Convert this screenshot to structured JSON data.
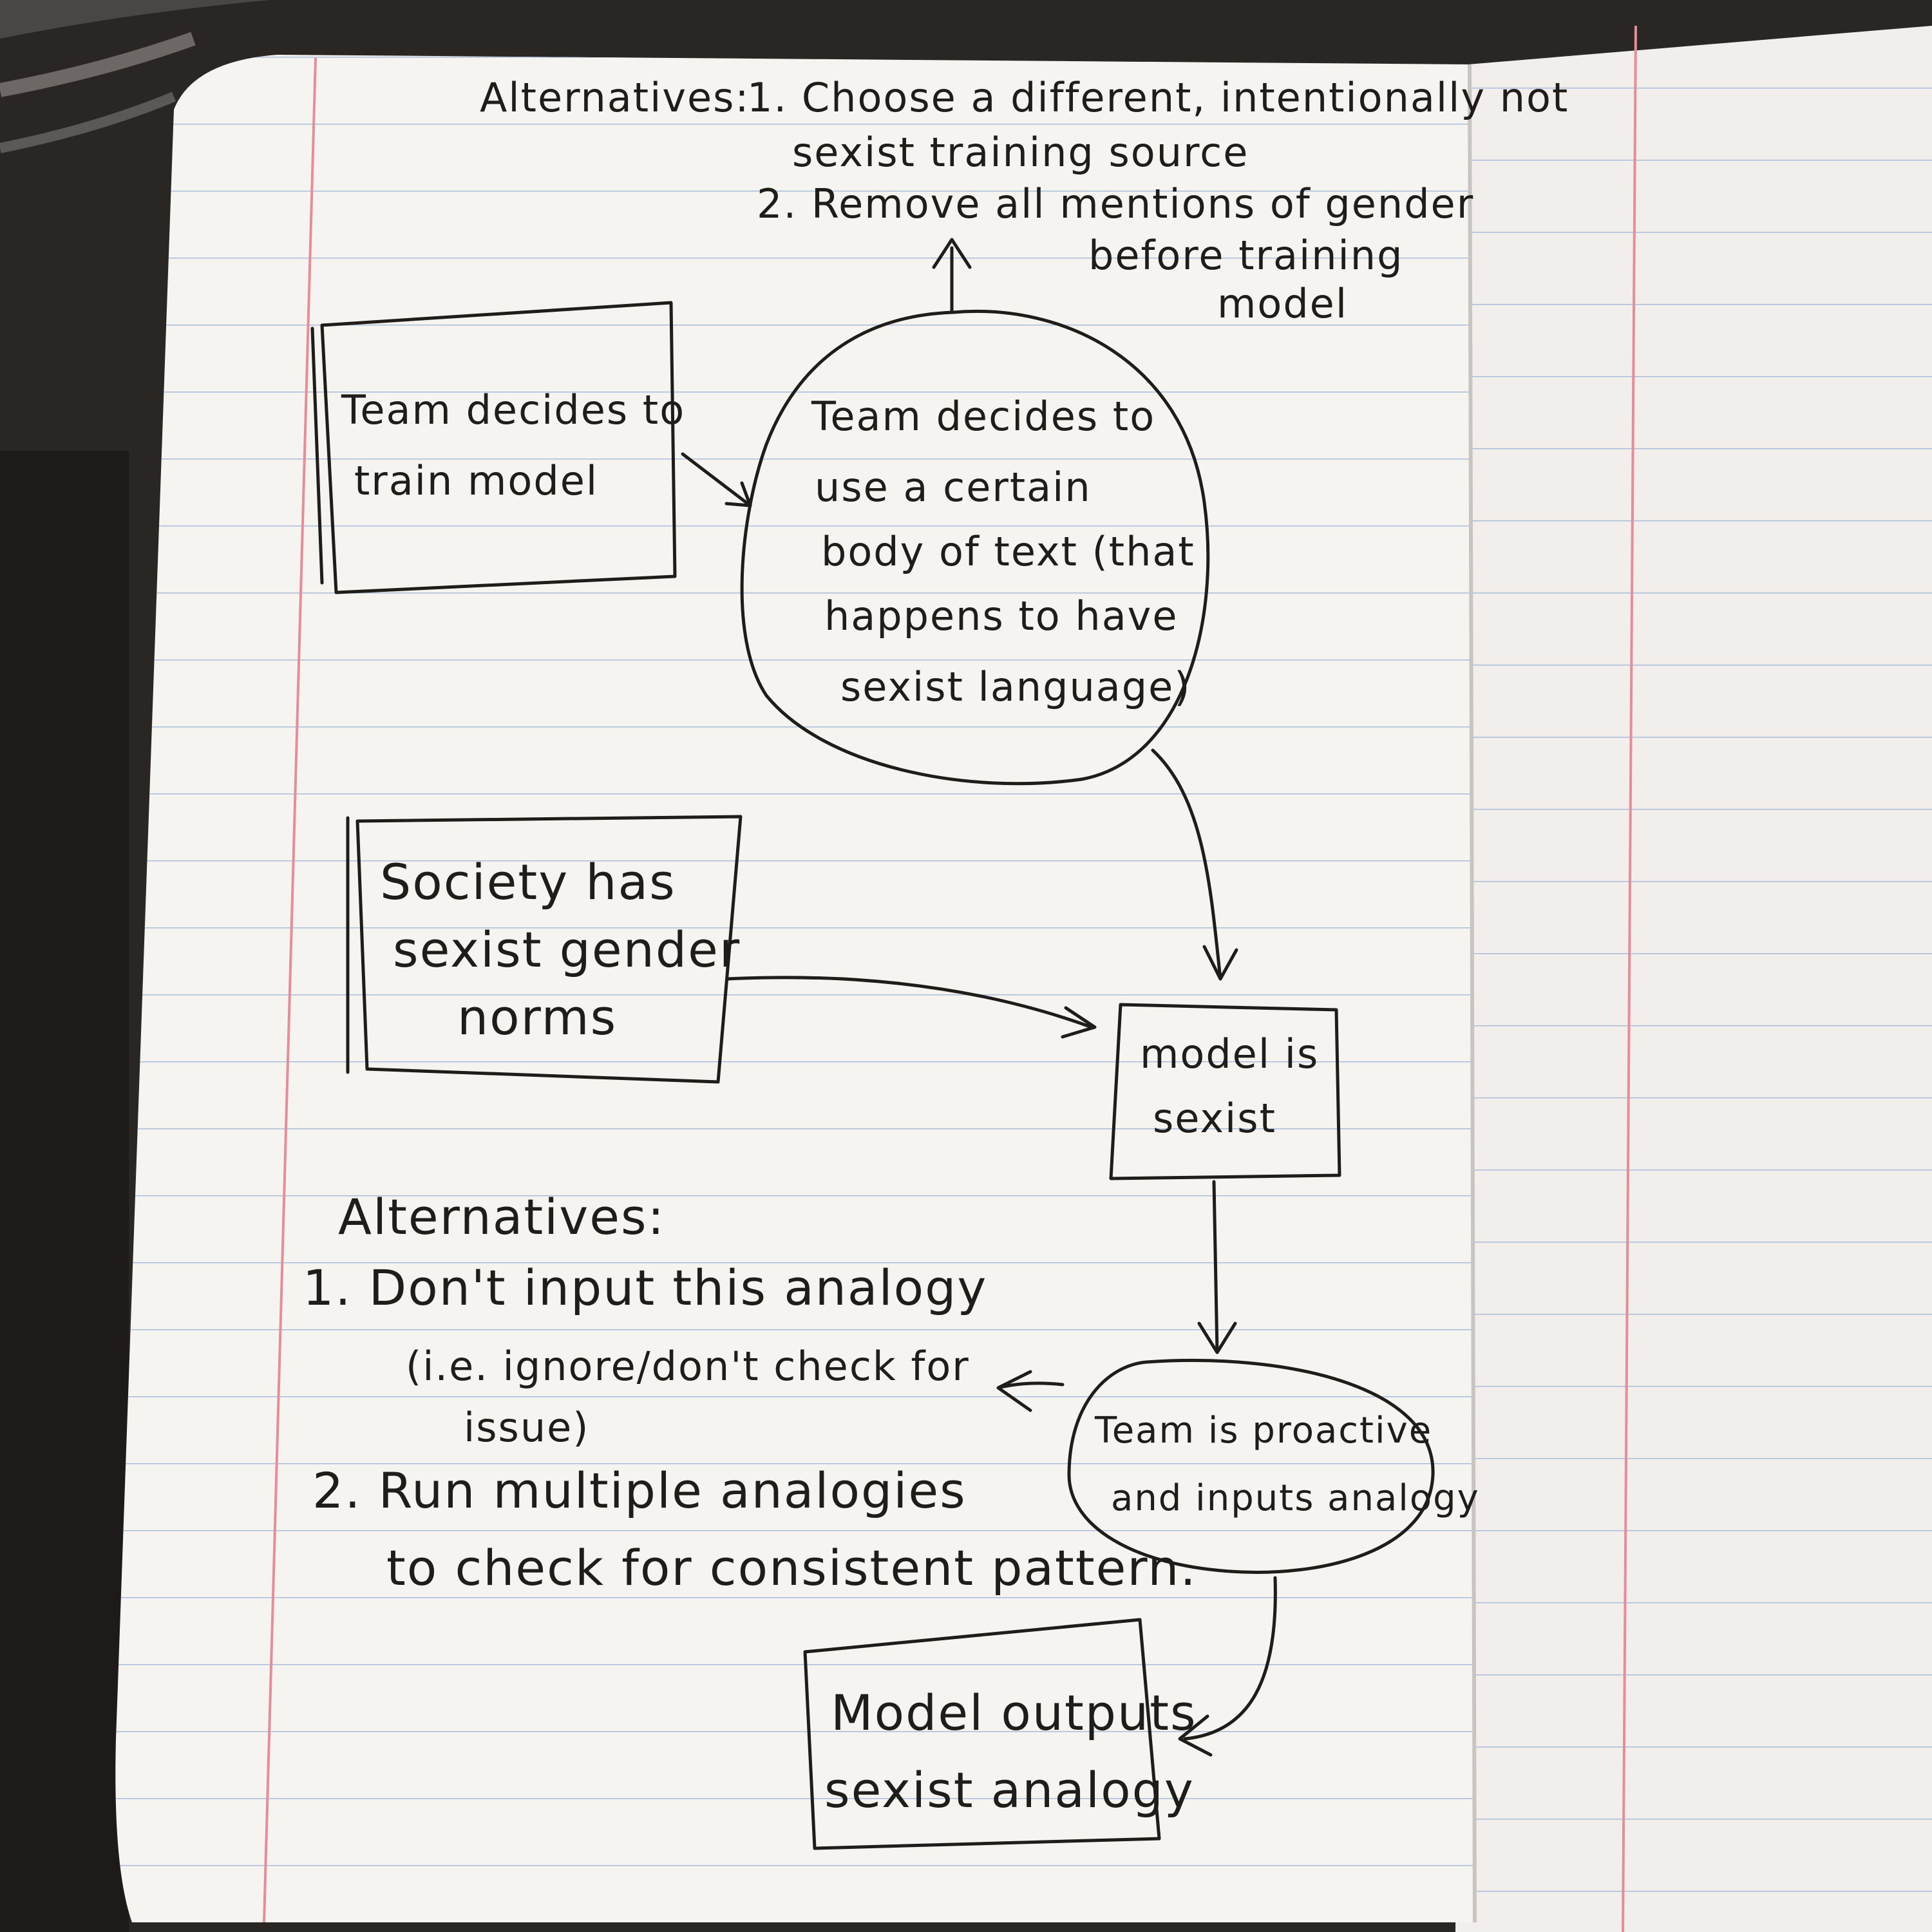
{
  "colors": {
    "background": "#2a2624",
    "page": "#f6f4f1",
    "rule_line": "#a9bcd9",
    "margin_line": "#e58d98",
    "ink": "#1f1c1a"
  },
  "diagram": {
    "top_alternatives": {
      "heading": "Alternatives:",
      "item1_line1": "1. Choose a different, intentionally not",
      "item1_line2": "sexist training source",
      "item2_line1": "2. Remove all mentions of gender",
      "item2_line2": "before training",
      "item2_line3": "model"
    },
    "nodes": {
      "train_model": {
        "line1": "Team decides to",
        "line2": "train model"
      },
      "body_of_text": {
        "line1": "Team decides to",
        "line2": "use a certain",
        "line3": "body of text (that",
        "line4": "happens to have",
        "line5": "sexist language)"
      },
      "society": {
        "line1": "Society has",
        "line2": "sexist gender",
        "line3": "norms"
      },
      "model_sexist": {
        "line1": "model is",
        "line2": "sexist"
      },
      "proactive": {
        "line1": "Team is proactive",
        "line2": "and inputs analogy"
      },
      "outputs": {
        "line1": "Model outputs",
        "line2": "sexist analogy"
      }
    },
    "bottom_alternatives": {
      "heading": "Alternatives:",
      "item1_line1": "1. Don't input this analogy",
      "item1_line2": "(i.e. ignore/don't check for",
      "item1_line3": "issue)",
      "item2_line1": "2. Run multiple analogies",
      "item2_line2": "to check for consistent pattern."
    }
  }
}
